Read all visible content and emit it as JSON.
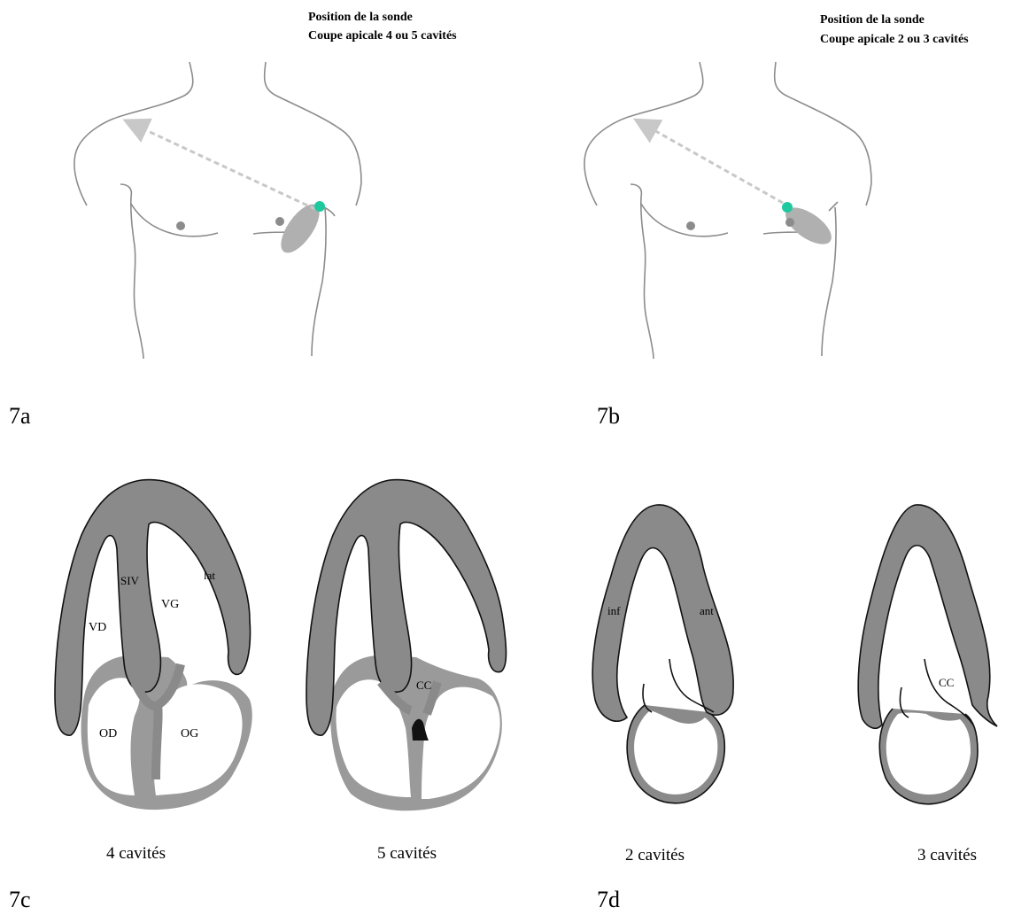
{
  "panel_7a": {
    "title_line1": "Position de la sonde",
    "title_line2": "Coupe apicale 4 ou 5 cavités",
    "label": "7a"
  },
  "panel_7b": {
    "title_line1": "Position de la sonde",
    "title_line2": "Coupe apicale 2 ou 3 cavités",
    "label": "7b"
  },
  "panel_7c": {
    "label": "7c",
    "four_chamber": {
      "caption": "4 cavités",
      "regions": {
        "siv": "SIV",
        "lat": "lat",
        "vd": "VD",
        "vg": "VG",
        "od": "OD",
        "og": "OG"
      }
    },
    "five_chamber": {
      "caption": "5 cavités",
      "regions": {
        "cc": "CC"
      }
    }
  },
  "panel_7d": {
    "label": "7d",
    "two_chamber": {
      "caption": "2 cavités",
      "regions": {
        "inf": "inf",
        "ant": "ant"
      }
    },
    "three_chamber": {
      "caption": "3 cavités",
      "regions": {
        "cc": "CC"
      }
    }
  },
  "colors": {
    "muscle": "#8a8a8a",
    "outline": "#111111",
    "body_line": "#8c8c8c",
    "probe_marker": "#1fc9a0",
    "probe_beam": "#b0b0b0",
    "arrow": "#c8c8c8"
  }
}
